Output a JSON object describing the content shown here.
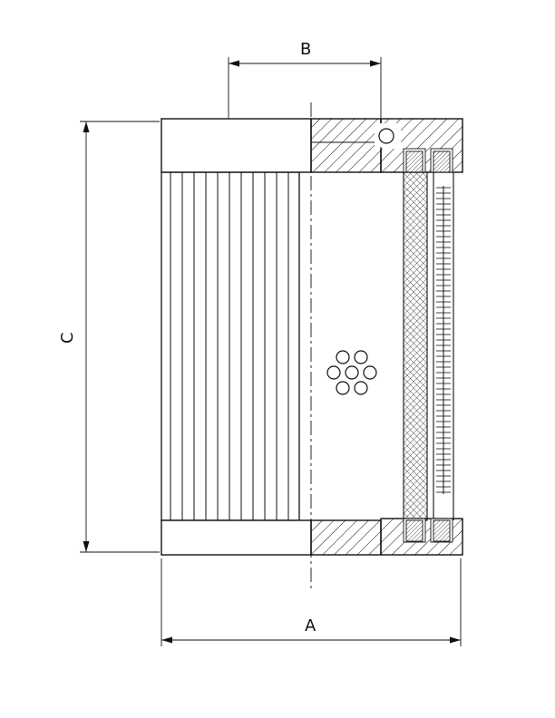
{
  "drawing": {
    "background_color": "#ffffff",
    "line_color": "#111111",
    "dimensions": {
      "a": {
        "label": "A"
      },
      "b": {
        "label": "B"
      },
      "c": {
        "label": "C"
      }
    }
  }
}
